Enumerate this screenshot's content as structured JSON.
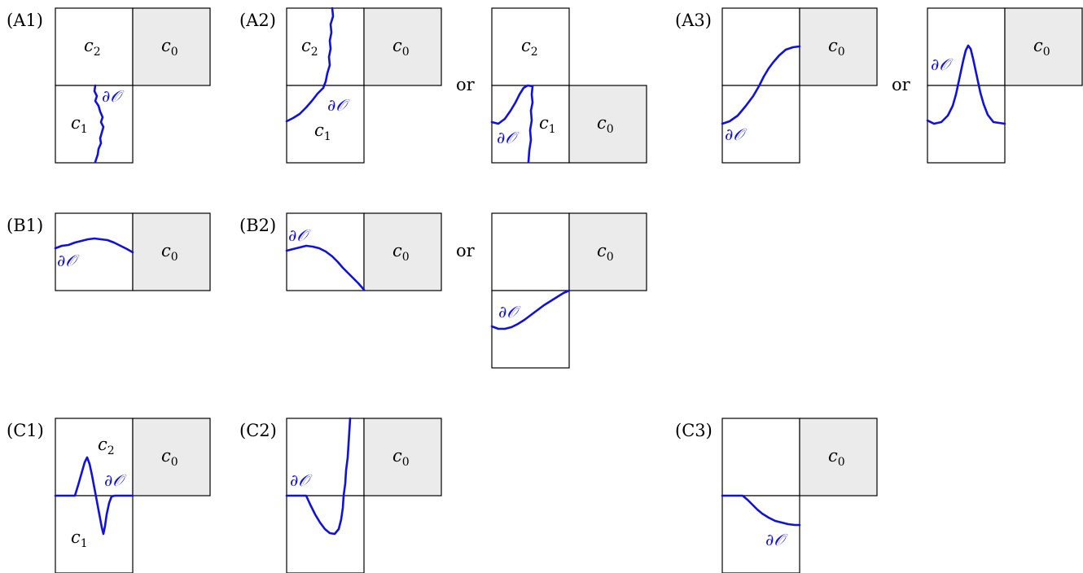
{
  "labels": {
    "A1": "(A1)",
    "A2": "(A2)",
    "A3": "(A3)",
    "B1": "(B1)",
    "B2": "(B2)",
    "C1": "(C1)",
    "C2": "(C2)",
    "C3": "(C3)",
    "or": "or"
  },
  "symbols": {
    "c_letter": "c",
    "sub0": "0",
    "sub1": "1",
    "sub2": "2",
    "boundary": "∂𝒪"
  },
  "colors": {
    "boundary": "#1010e0",
    "shaded_cell": "#ebebeb",
    "cell_border": "#000000"
  }
}
